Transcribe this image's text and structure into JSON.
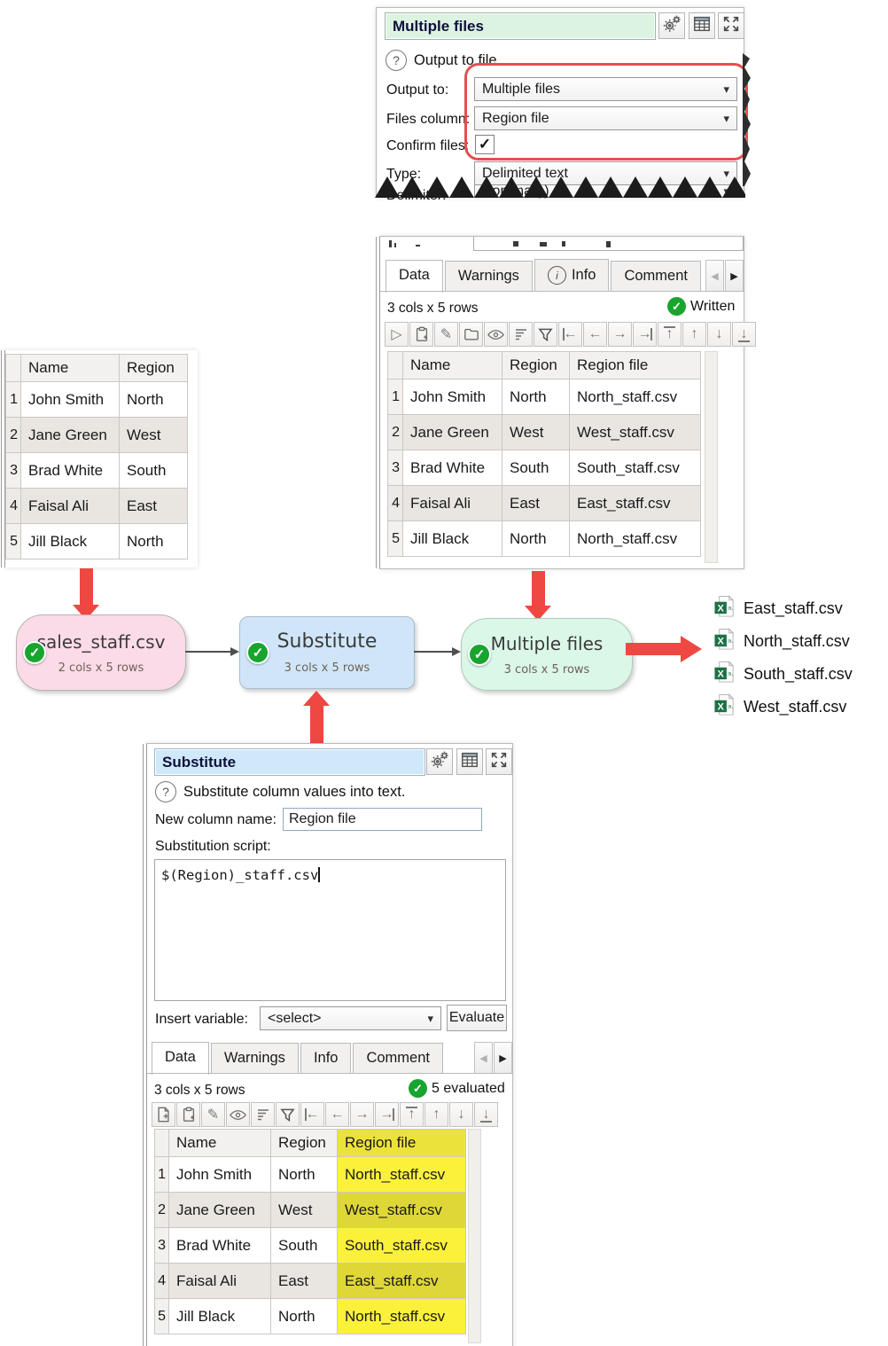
{
  "icons": {
    "checkmark": "✓",
    "dropdown_arrow": "▾",
    "tab_prev": "◀",
    "tab_next": "▶",
    "play": "▷",
    "pencil": "✎",
    "arrow_left": "←",
    "arrow_right": "→",
    "arrow_up": "↑",
    "arrow_down": "↓",
    "info": "i",
    "question": "?"
  },
  "colors": {
    "accent_red": "#ef4742",
    "highlight_yellow": "#fbf13b",
    "status_green": "#17a52e",
    "node_pink": "#fbdbe7",
    "node_blue": "#d0e6f8",
    "node_mint": "#daf7e7"
  },
  "output_panel": {
    "title": "Multiple files",
    "help_text": "Output to file.",
    "output_to_label": "Output to:",
    "output_to_value": "Multiple files",
    "files_column_label": "Files column:",
    "files_column_value": "Region file",
    "confirm_files_label": "Confirm files:",
    "confirm_files_checked": true,
    "type_label": "Type:",
    "type_value": "Delimited text",
    "delimiter_label": "Delimiter:",
    "delimiter_value": "Comma (,)"
  },
  "source_table": {
    "columns": [
      "Name",
      "Region"
    ],
    "rows": [
      [
        "John Smith",
        "North"
      ],
      [
        "Jane Green",
        "West"
      ],
      [
        "Brad White",
        "South"
      ],
      [
        "Faisal Ali",
        "East"
      ],
      [
        "Jill Black",
        "North"
      ]
    ]
  },
  "result_panel": {
    "tabs": [
      "Data",
      "Warnings",
      "Info",
      "Comment"
    ],
    "summary": "3 cols x 5 rows",
    "status": "Written",
    "table": {
      "columns": [
        "Name",
        "Region",
        "Region file"
      ],
      "rows": [
        [
          "John Smith",
          "North",
          "North_staff.csv"
        ],
        [
          "Jane Green",
          "West",
          "West_staff.csv"
        ],
        [
          "Brad White",
          "South",
          "South_staff.csv"
        ],
        [
          "Faisal Ali",
          "East",
          "East_staff.csv"
        ],
        [
          "Jill Black",
          "North",
          "North_staff.csv"
        ]
      ]
    }
  },
  "flow": {
    "nodes": [
      {
        "label": "sales_staff.csv",
        "sub": "2 cols x 5 rows"
      },
      {
        "label": "Substitute",
        "sub": "3 cols x 5 rows"
      },
      {
        "label": "Multiple files",
        "sub": "3 cols x 5 rows"
      }
    ],
    "output_files": [
      "East_staff.csv",
      "North_staff.csv",
      "South_staff.csv",
      "West_staff.csv"
    ]
  },
  "substitute_panel": {
    "title": "Substitute",
    "help_text": "Substitute column values into text.",
    "new_column_label": "New column name:",
    "new_column_value": "Region file",
    "script_label": "Substitution script:",
    "script_value": "$(Region)_staff.csv",
    "insert_variable_label": "Insert variable:",
    "insert_variable_value": "<select>",
    "evaluate_label": "Evaluate",
    "tabs": [
      "Data",
      "Warnings",
      "Info",
      "Comment"
    ],
    "summary": "3 cols x 5 rows",
    "status": "5 evaluated",
    "table": {
      "columns": [
        "Name",
        "Region",
        "Region file"
      ],
      "highlight_col": 2,
      "rows": [
        [
          "John Smith",
          "North",
          "North_staff.csv"
        ],
        [
          "Jane Green",
          "West",
          "West_staff.csv"
        ],
        [
          "Brad White",
          "South",
          "South_staff.csv"
        ],
        [
          "Faisal Ali",
          "East",
          "East_staff.csv"
        ],
        [
          "Jill Black",
          "North",
          "North_staff.csv"
        ]
      ]
    }
  }
}
